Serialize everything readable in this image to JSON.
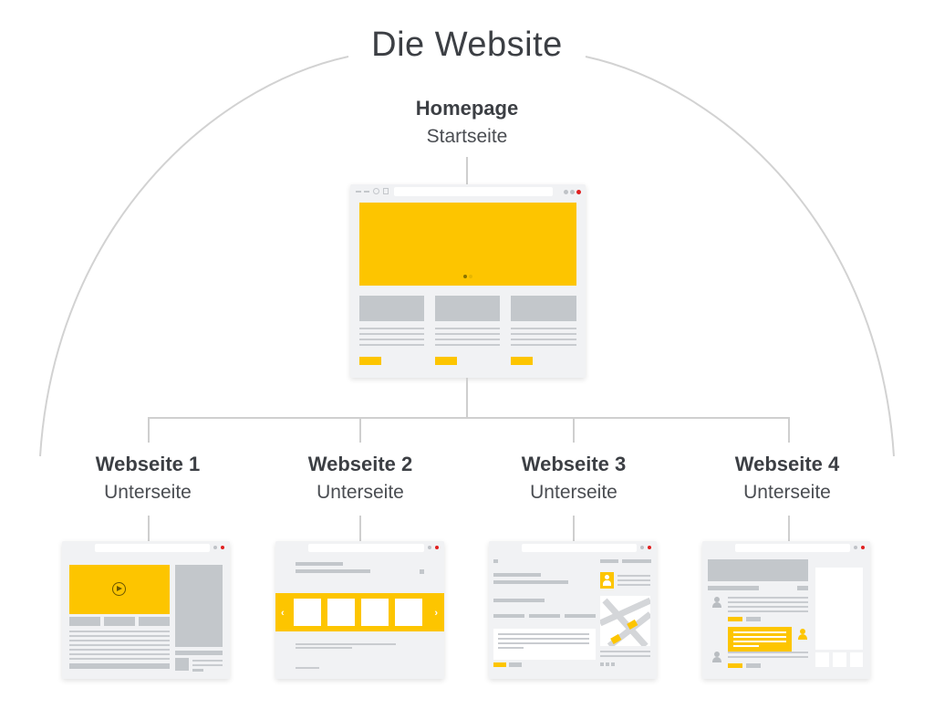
{
  "diagram": {
    "title": "Die Website",
    "root": {
      "title": "Homepage",
      "subtitle": "Startseite"
    },
    "children": [
      {
        "title": "Webseite 1",
        "subtitle": "Unterseite",
        "layout": "video-with-sidebar"
      },
      {
        "title": "Webseite 2",
        "subtitle": "Unterseite",
        "layout": "carousel-gallery"
      },
      {
        "title": "Webseite 3",
        "subtitle": "Unterseite",
        "layout": "contact-form-with-map"
      },
      {
        "title": "Webseite 4",
        "subtitle": "Unterseite",
        "layout": "comments-forum"
      }
    ],
    "colors": {
      "accent": "#fdc500",
      "placeholder": "#c3c7cb",
      "window": "#f1f2f4",
      "connector": "#cfcfcf",
      "text": "#3c3f44",
      "close-dot": "#e02020"
    },
    "icons": {
      "play": "play-icon",
      "carousel-prev": "chevron-left-icon",
      "carousel-next": "chevron-right-icon",
      "user": "user-avatar-icon",
      "map": "map-icon"
    }
  }
}
